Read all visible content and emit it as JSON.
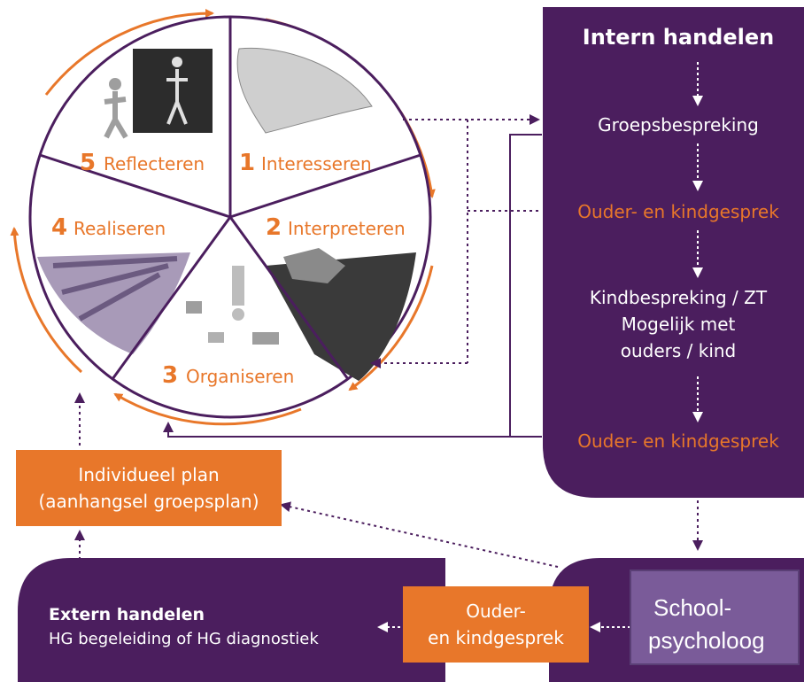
{
  "cycle": {
    "segments": [
      {
        "number": "1",
        "label": "Interesseren"
      },
      {
        "number": "2",
        "label": "Interpreteren"
      },
      {
        "number": "3",
        "label": "Organiseren"
      },
      {
        "number": "4",
        "label": "Realiseren"
      },
      {
        "number": "5",
        "label": "Reflecteren"
      }
    ]
  },
  "intern": {
    "title": "Intern handelen",
    "steps": [
      "Groepsbespreking",
      "Ouder- en kindgesprek",
      "Kindbespreking / ZT",
      "Mogelijk met",
      "ouders / kind",
      "Ouder- en kindgesprek"
    ]
  },
  "plan": {
    "line1": "Individueel plan",
    "line2": "(aanhangsel groepsplan)"
  },
  "extern": {
    "title": "Extern handelen",
    "subtitle": "HG begeleiding of HG diagnostiek"
  },
  "gesprek": {
    "line1": "Ouder-",
    "line2": "en kindgesprek"
  },
  "psycholoog": {
    "line1": "School-",
    "line2": "psycholoog"
  },
  "colors": {
    "purple": "#4b1e5e",
    "orange": "#e8772a",
    "lilac": "#7a5b99",
    "white": "#ffffff"
  }
}
